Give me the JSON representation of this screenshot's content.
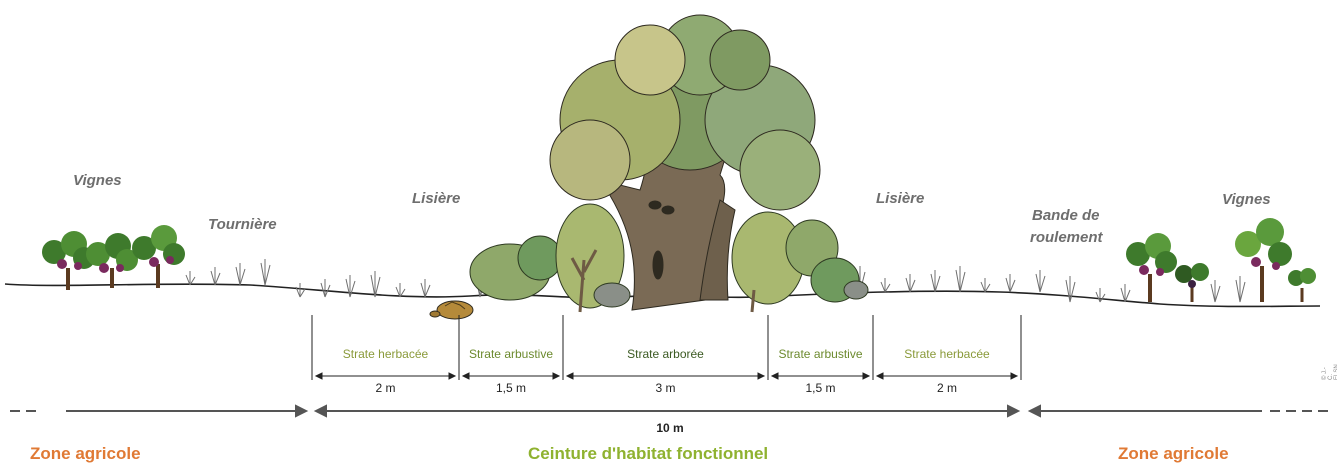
{
  "colors": {
    "agricole": "#e07a35",
    "ceinture": "#8fb230",
    "herbacee": "#8a9a3a",
    "arbustive": "#6c8a2e",
    "arboree": "#3b5a22",
    "area_label": "#6e6e6e"
  },
  "area_labels": {
    "vignes_left": "Vignes",
    "tourniere": "Tournière",
    "lisiere_left": "Lisière",
    "lisiere_right": "Lisière",
    "bande_line1": "Bande de",
    "bande_line2": "roulement",
    "vignes_right": "Vignes"
  },
  "strates": [
    {
      "label": "Strate herbacée",
      "width": "2 m",
      "kind": "herbacee"
    },
    {
      "label": "Strate arbustive",
      "width": "1,5 m",
      "kind": "arbustive"
    },
    {
      "label": "Strate arborée",
      "width": "3 m",
      "kind": "arboree"
    },
    {
      "label": "Strate arbustive",
      "width": "1,5 m",
      "kind": "arbustive"
    },
    {
      "label": "Strate herbacée",
      "width": "2 m",
      "kind": "herbacee"
    }
  ],
  "total_width": "10 m",
  "zones": {
    "left": "Zone agricole",
    "center": "Ceinture d'habitat fonctionnel",
    "right": "Zone agricole"
  },
  "credit": "© J.-C. ELSN - CEN PACA",
  "icons": {
    "vines": "grapevine-icon",
    "tree": "oak-tree-icon",
    "shrub": "shrub-icon",
    "tortoise": "tortoise-icon",
    "grass": "grass-tuft-icon"
  }
}
